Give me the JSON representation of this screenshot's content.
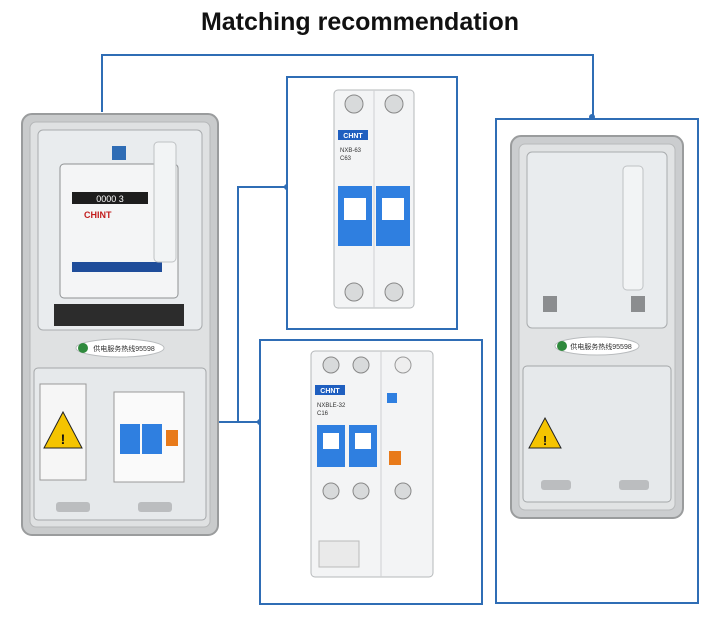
{
  "title": "Matching recommendation",
  "meter_box": {
    "brand": "CHINT",
    "meter_digits": "0000 3",
    "hotline": "供电服务热线95598",
    "hotline_short": "供电服务热线",
    "hotline_number": "95598"
  },
  "breaker_2p": {
    "brand": "CHNT",
    "model": "NXB-63",
    "rating": "C63"
  },
  "rcbo": {
    "brand": "CHNT",
    "model": "NXBLE-32",
    "rating": "C16"
  },
  "empty_box": {
    "hotline": "供电服务热线95598"
  },
  "colors": {
    "accent": "#2f6db5",
    "breaker_blue": "#2f7fe0",
    "warning_yellow": "#f5c400"
  }
}
